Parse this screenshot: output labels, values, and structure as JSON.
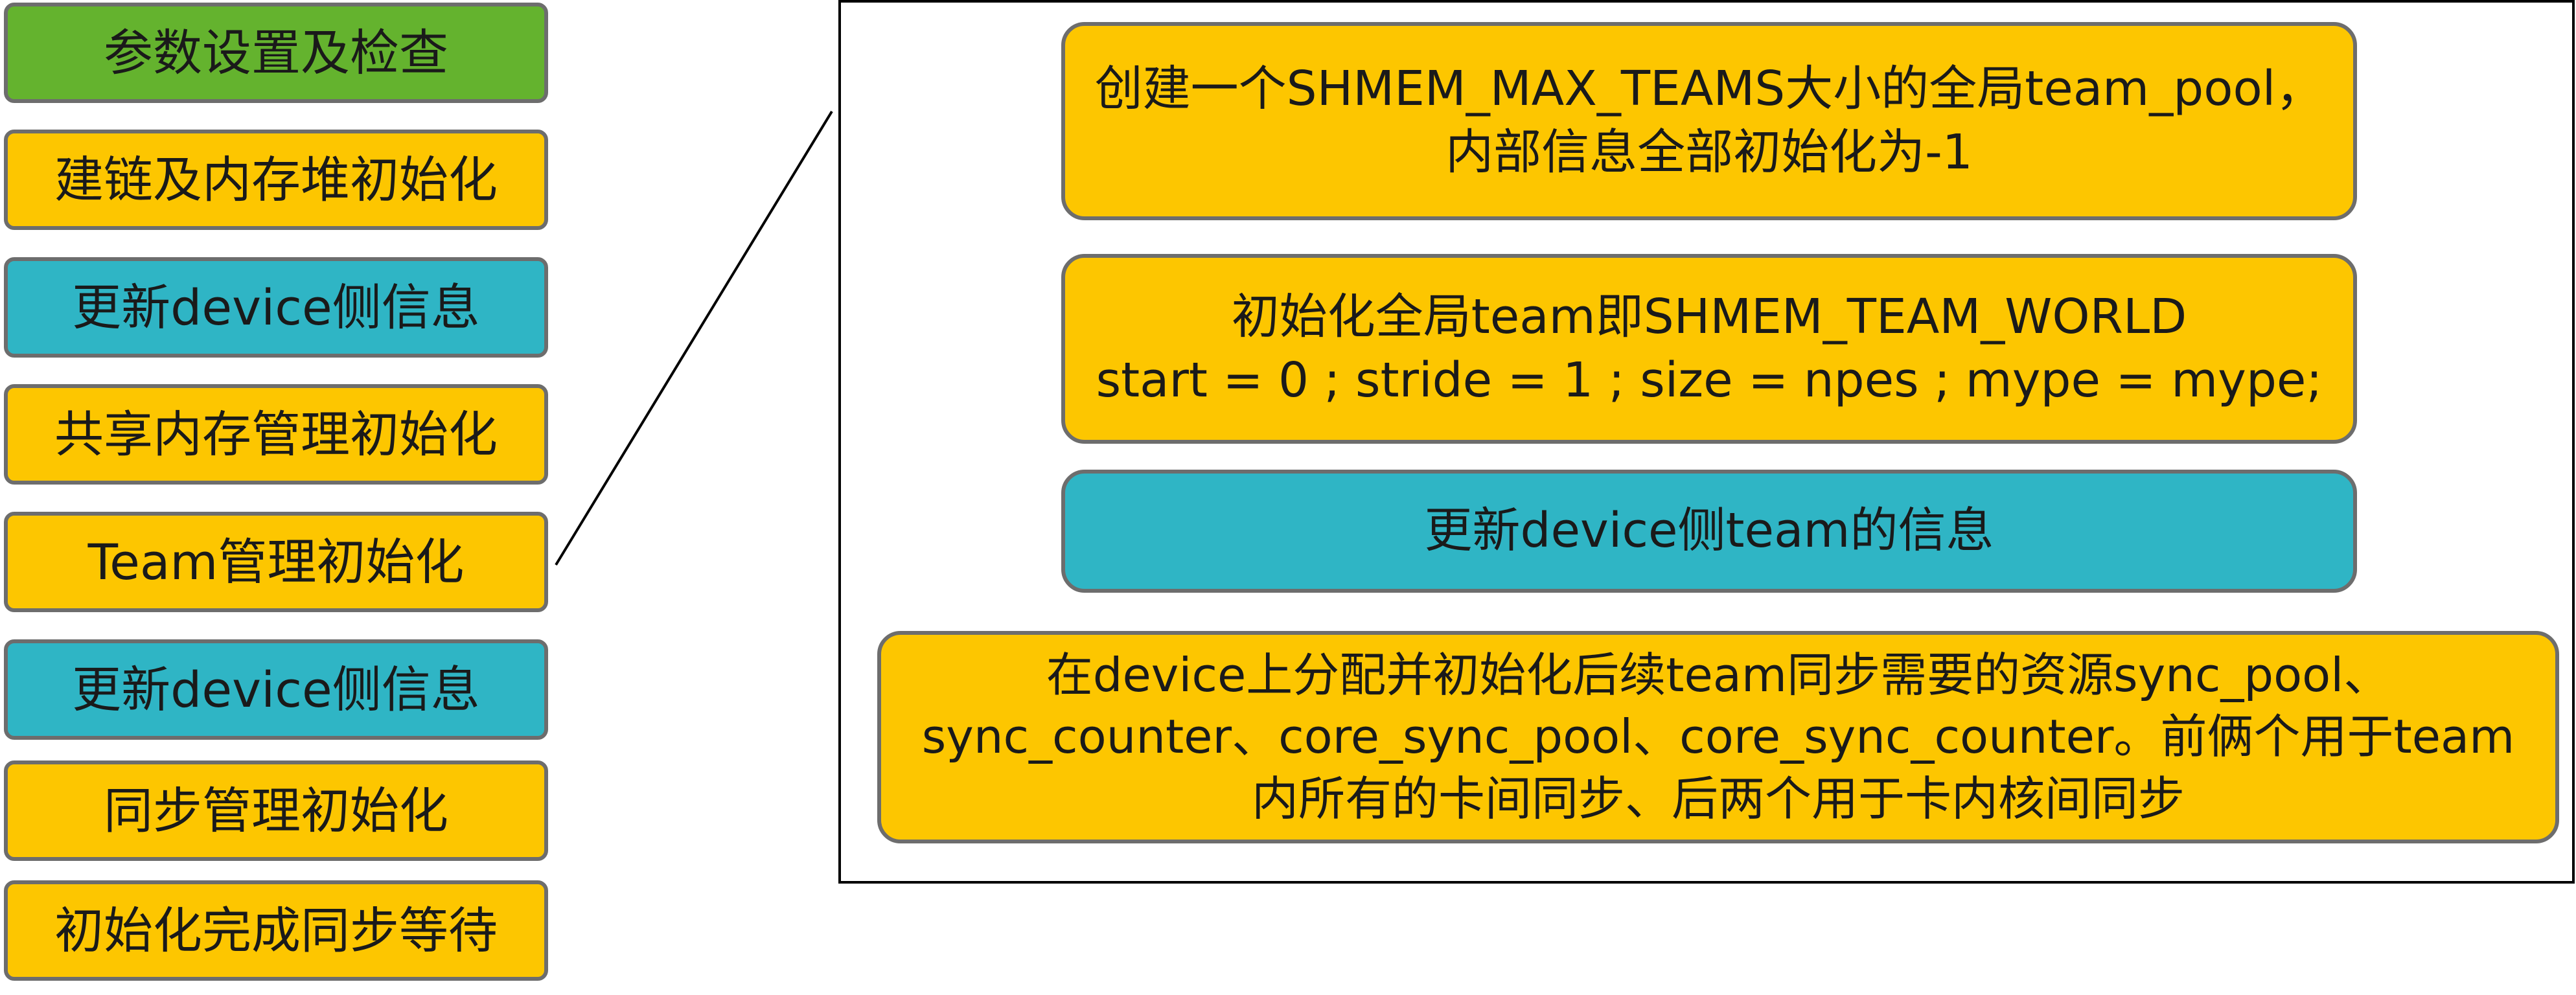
{
  "colors": {
    "green": "#64b32e",
    "yellow": "#fdc600",
    "teal": "#2fb5c5",
    "border": "#6d6d6d",
    "frame": "#000000"
  },
  "steps": [
    {
      "label": "参数设置及检查",
      "color": "#64b32e"
    },
    {
      "label": "建链及内存堆初始化",
      "color": "#fdc600"
    },
    {
      "label": "更新device侧信息",
      "color": "#2fb5c5"
    },
    {
      "label": "共享内存管理初始化",
      "color": "#fdc600"
    },
    {
      "label": "Team管理初始化",
      "color": "#fdc600"
    },
    {
      "label": "更新device侧信息",
      "color": "#2fb5c5"
    },
    {
      "label": "同步管理初始化",
      "color": "#fdc600"
    },
    {
      "label": "初始化完成同步等待",
      "color": "#fdc600"
    }
  ],
  "details": [
    {
      "color": "#fdc600",
      "lines": [
        "创建一个SHMEM_MAX_TEAMS大小的全局team_pool，",
        "内部信息全部初始化为-1"
      ]
    },
    {
      "color": "#fdc600",
      "lines": [
        "初始化全局team即SHMEM_TEAM_WORLD",
        "start = 0 ; stride = 1 ; size = npes ; mype = mype;"
      ]
    },
    {
      "color": "#2fb5c5",
      "lines": [
        "更新device侧team的信息"
      ]
    },
    {
      "color": "#fdc600",
      "lines": [
        "在device上分配并初始化后续team同步需要的资源sync_pool、",
        "sync_counter、core_sync_pool、core_sync_counter。前俩个用于team",
        "内所有的卡间同步、后两个用于卡内核间同步"
      ]
    }
  ]
}
